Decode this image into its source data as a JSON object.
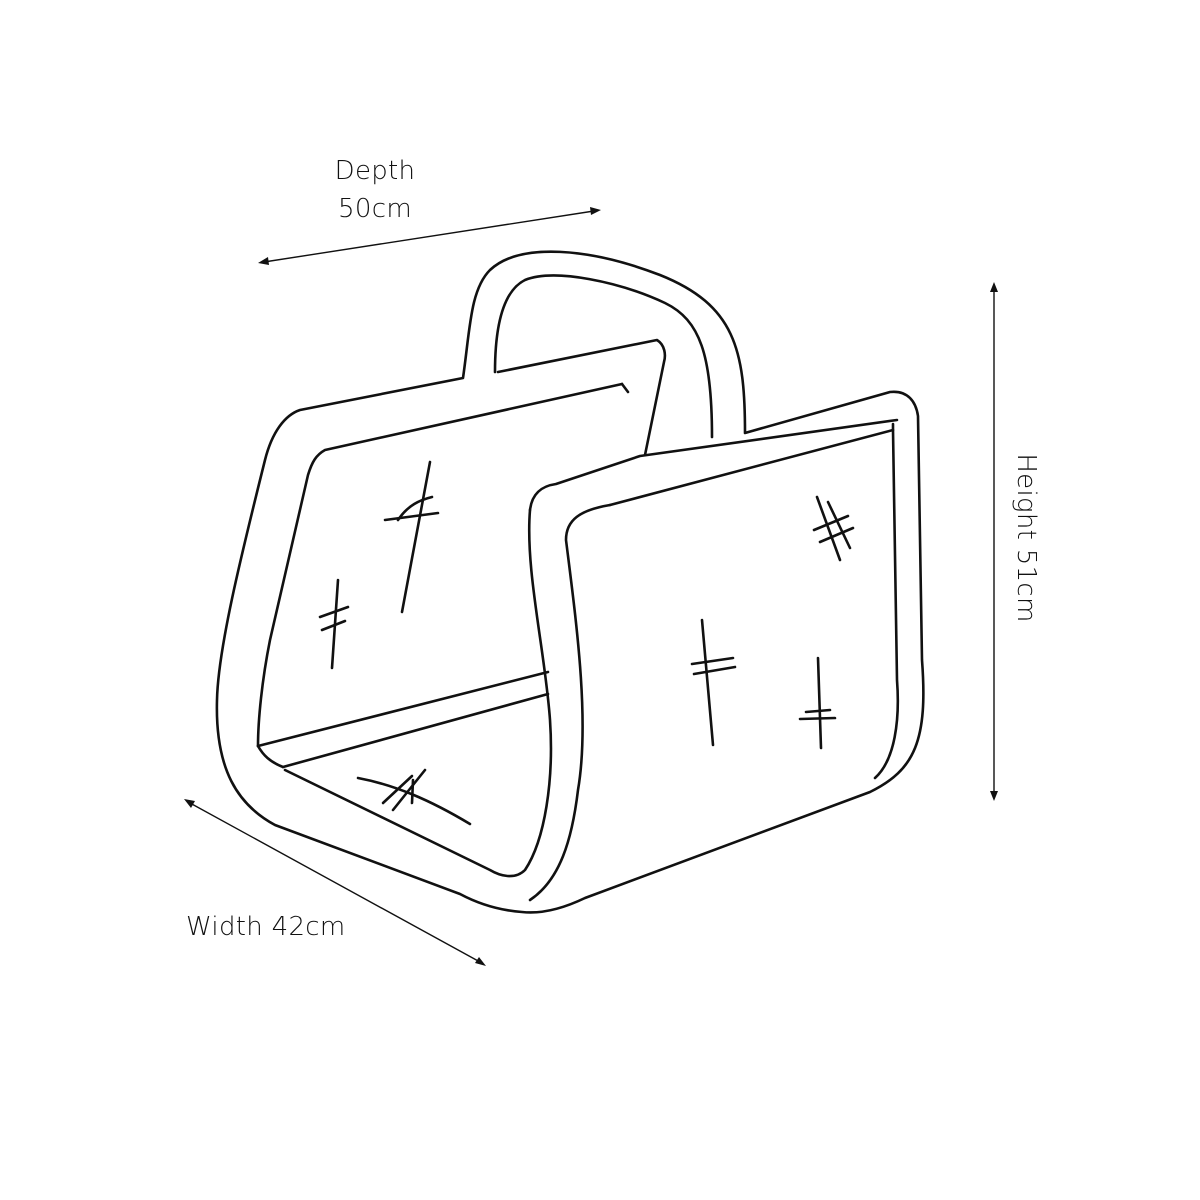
{
  "dimensions": {
    "depth": {
      "name": "Depth",
      "value": "50cm"
    },
    "width": {
      "text": "Width 42cm"
    },
    "height": {
      "text": "Height 51cm"
    }
  },
  "colors": {
    "line": "#111111",
    "background": "#ffffff"
  }
}
